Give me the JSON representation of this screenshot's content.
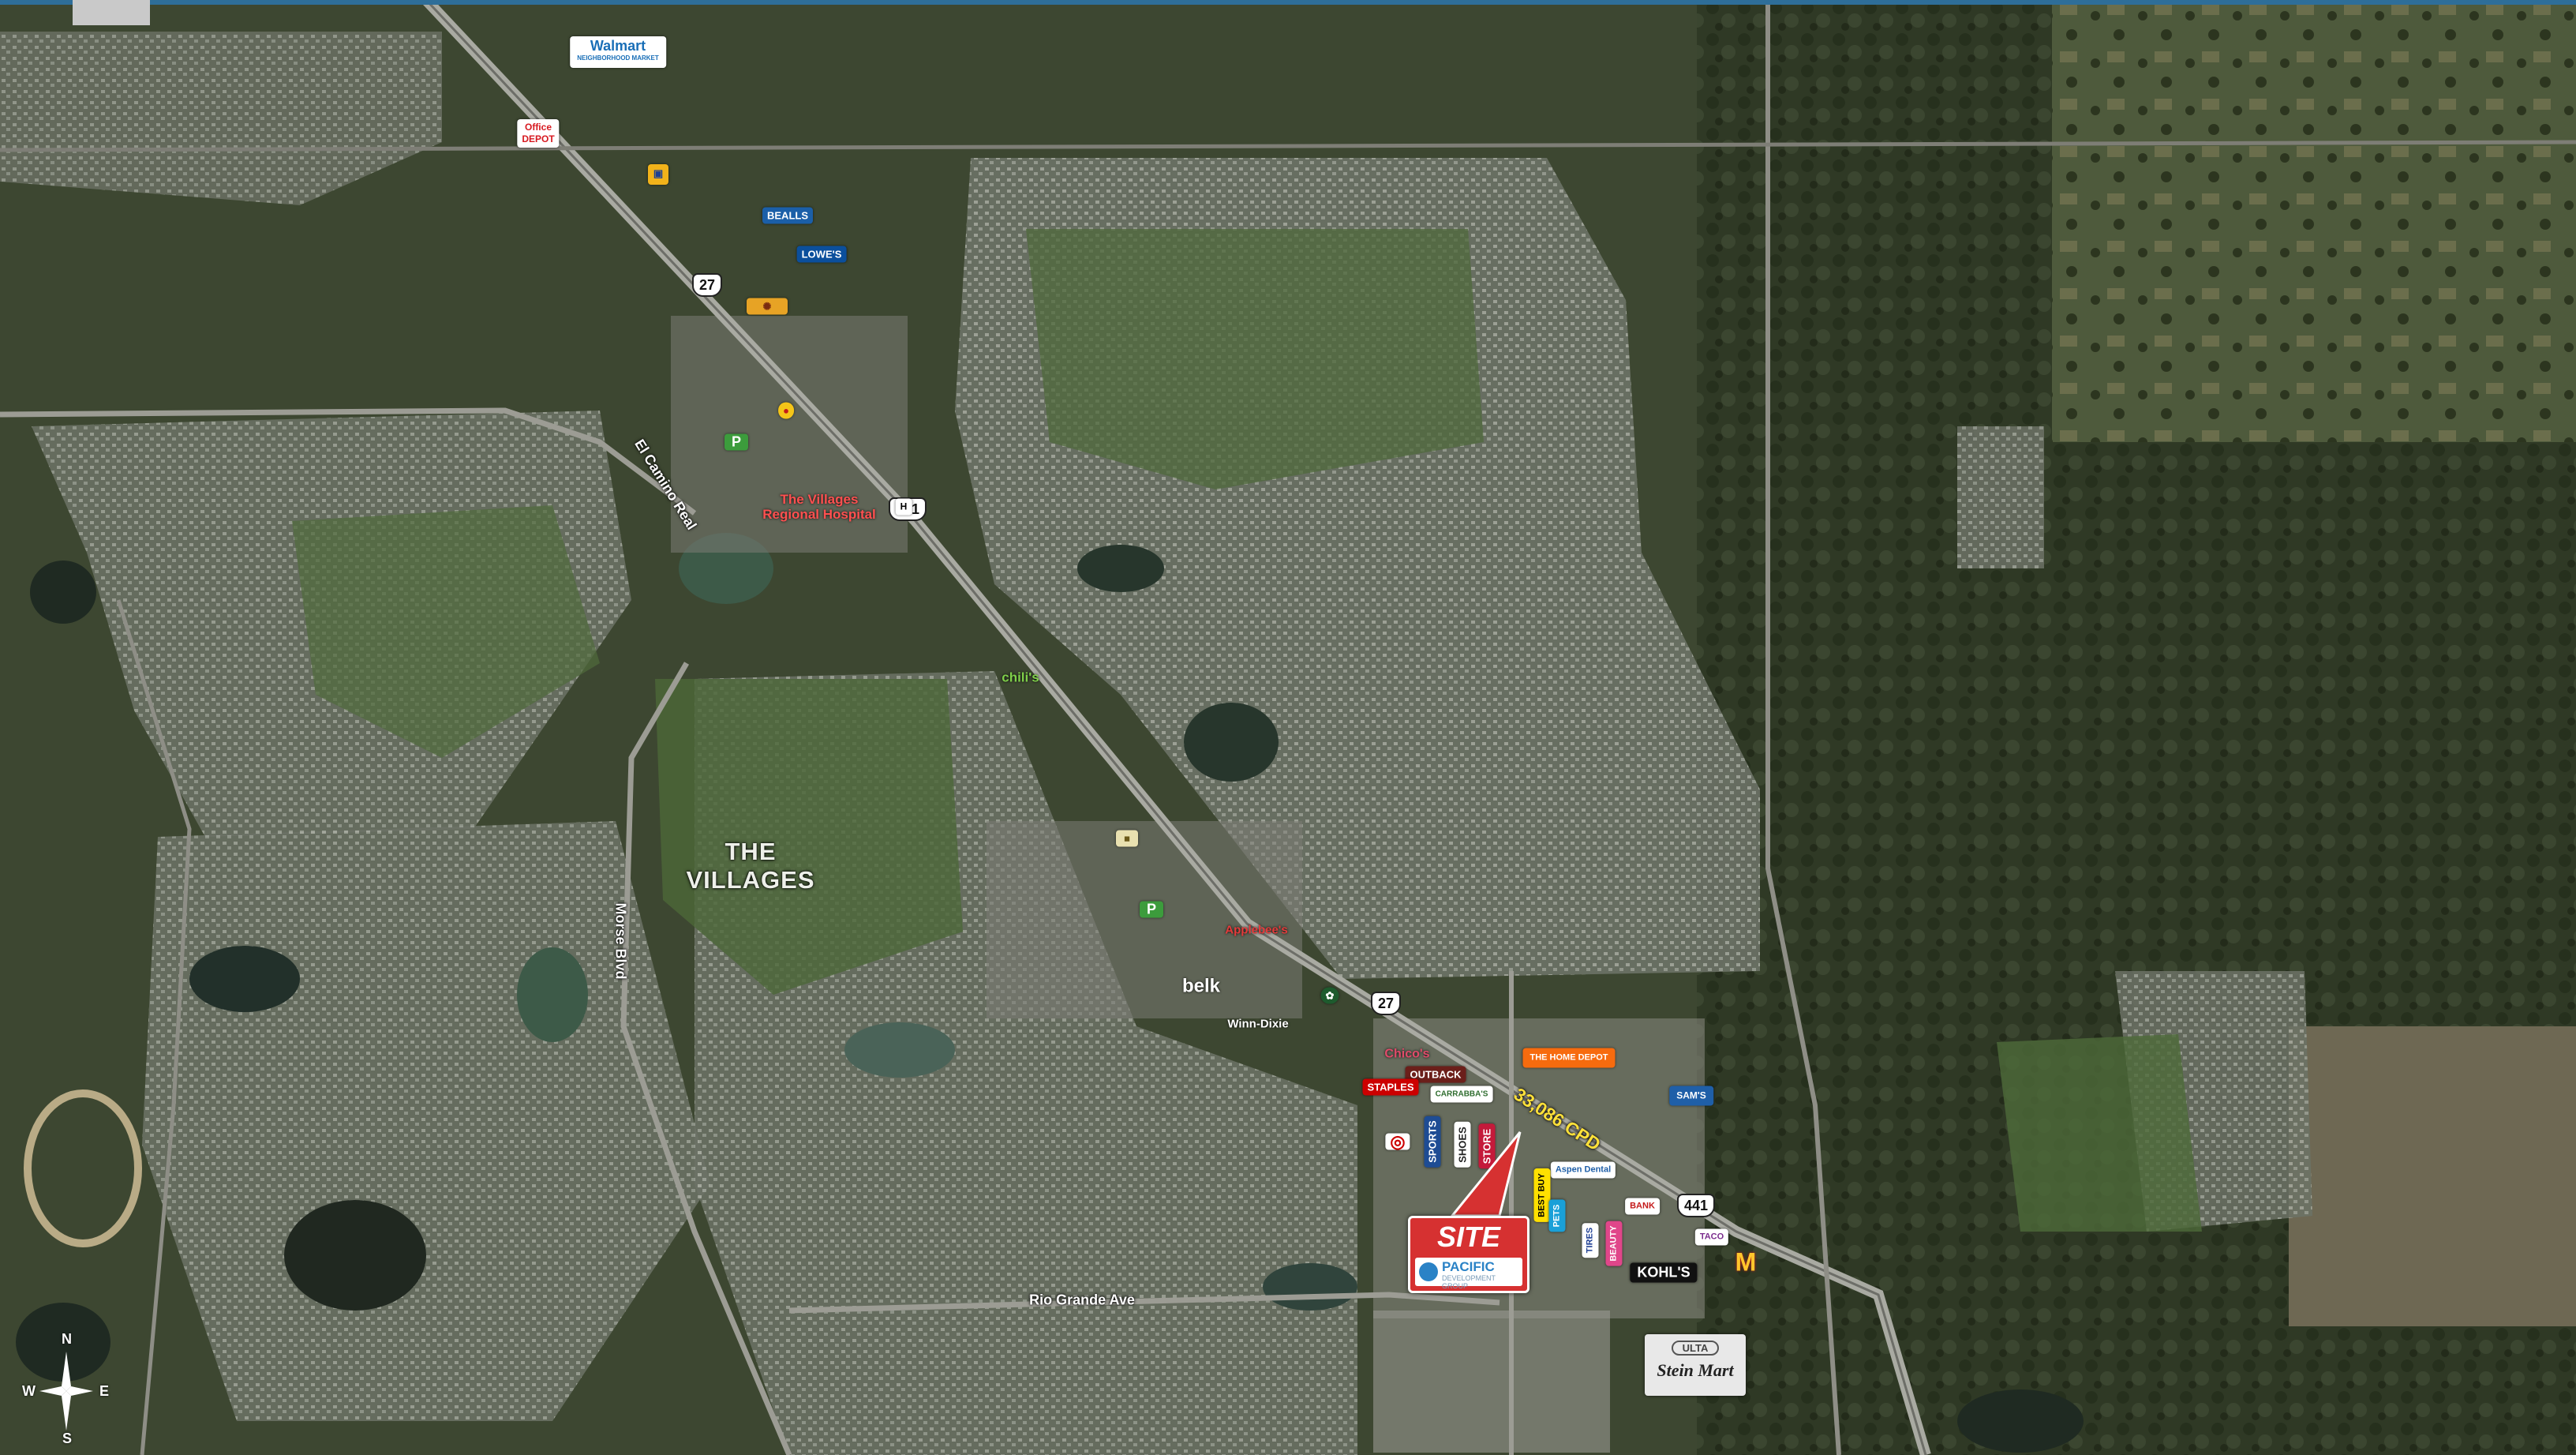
{
  "colors": {
    "top_bar": "#2e6e99",
    "site": "#d63131",
    "traffic": "#ffe13a",
    "terrain": "#36402c"
  },
  "roads": {
    "el_camino": "El Camino Real",
    "morse": "Morse Blvd",
    "rio_grande": "Rio Grande Ave"
  },
  "shields": [
    "27",
    "441",
    "27",
    "441"
  ],
  "region_label": "THE\nVILLAGES",
  "traffic_count": "33,086 CPD",
  "site": {
    "title": "SITE",
    "brand": "PACIFIC",
    "brand_sub": "DEVELOPMENT GROUP"
  },
  "retailers": {
    "walmart": "Walmart",
    "walmart_sub": "NEIGHBORHOOD MARKET",
    "office_depot": "Office\nDEPOT",
    "belk_top": "BEALLS",
    "lowes": "LOWE'S",
    "hospital": "The Villages\nRegional Hospital",
    "chilis": "chili's",
    "applebees": "Applebee's",
    "belk": "belk",
    "winndixie": "Winn-Dixie",
    "publix": "P",
    "chicos": "Chico's",
    "outback": "OUTBACK",
    "staples": "STAPLES",
    "carrabbas": "CARRABBA'S",
    "target": "◎",
    "homedepot": "THE HOME DEPOT",
    "samsclub": "SAM'S",
    "kohls": "KOHL'S",
    "ulta": "ULTA",
    "steinmart": "Stein Mart",
    "mcd": "M",
    "bestbuy": "BEST BUY",
    "aspen": "Aspen Dental"
  },
  "compass": {
    "n": "N",
    "s": "S",
    "e": "E",
    "w": "W"
  }
}
